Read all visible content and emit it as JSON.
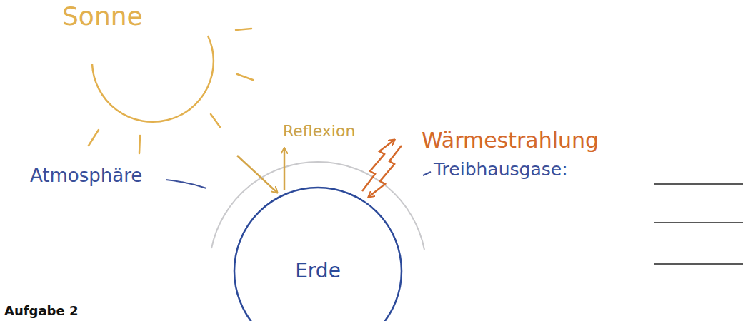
{
  "diagram": {
    "nodes": [
      {
        "text": [
          "Sonne"
        ]
      },
      {
        "text": [
          "Erde"
        ]
      }
    ],
    "labels": [
      "Reflexion",
      "Wärmestrahlung",
      "Atmosphäre",
      "Treibhausgase:",
      "Aufgabe 2"
    ]
  }
}
